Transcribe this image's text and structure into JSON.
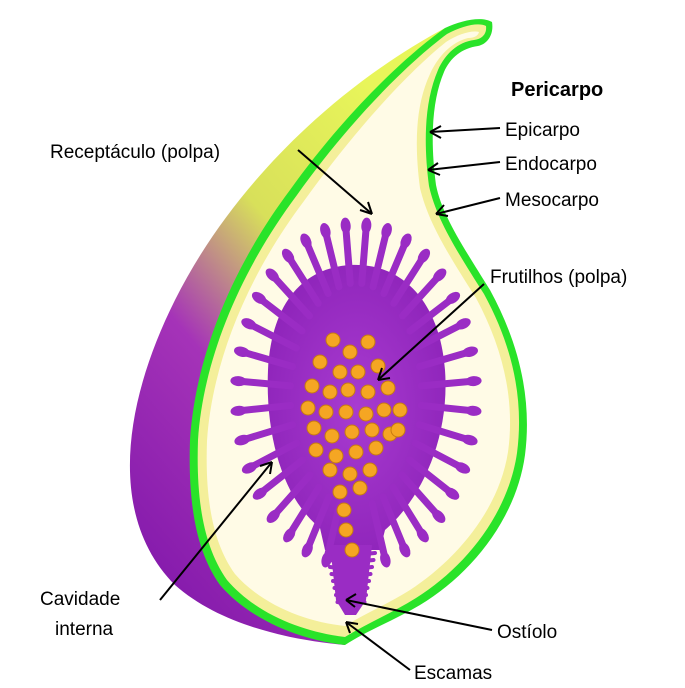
{
  "labels": {
    "pericarpo": "Pericarpo",
    "epicarpo": "Epicarpo",
    "endocarpo": "Endocarpo",
    "mesocarpo": "Mesocarpo",
    "receptaculo": "Receptáculo (polpa)",
    "frutilhos": "Frutilhos (polpa)",
    "cavidade_line1": "Cavidade",
    "cavidade_line2": "interna",
    "ostiolo": "Ostíolo",
    "escamas": "Escamas"
  },
  "colors": {
    "skin_purple": "#8a1fb0",
    "skin_yellow": "#e2f05a",
    "epicarp_green": "#29e329",
    "pulp_cream": "#fffbe6",
    "mesocarp_yellow": "#f4ef9a",
    "florets_purple": "#9a2cc4",
    "seeds_orange": "#f5a623"
  }
}
